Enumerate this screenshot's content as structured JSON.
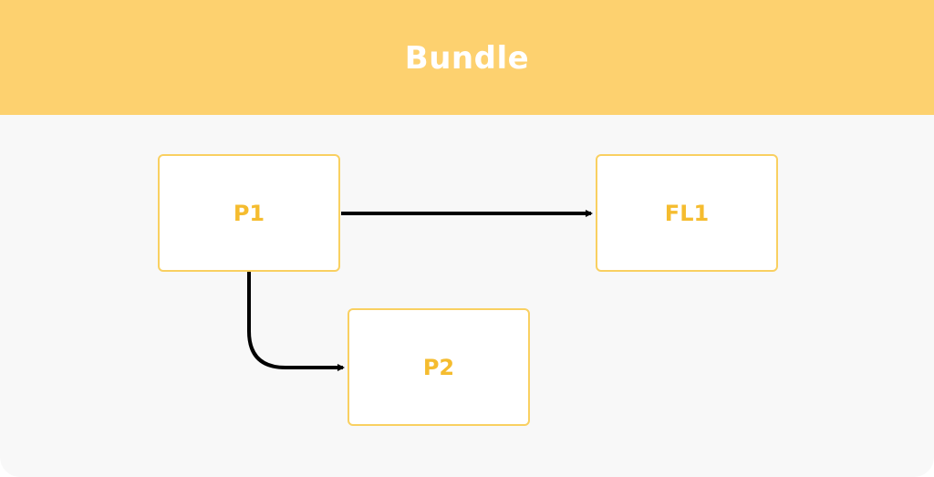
{
  "header": {
    "title": "Bundle"
  },
  "nodes": {
    "p1": {
      "label": "P1"
    },
    "fl1": {
      "label": "FL1"
    },
    "p2": {
      "label": "P2"
    }
  },
  "edges": [
    {
      "from": "P1",
      "to": "FL1"
    },
    {
      "from": "P1",
      "to": "P2"
    }
  ],
  "colors": {
    "header_bg": "#fdd16f",
    "canvas_bg": "#f8f8f8",
    "node_border": "#f9d061",
    "node_text": "#f5bc2f",
    "edge": "#000000"
  }
}
